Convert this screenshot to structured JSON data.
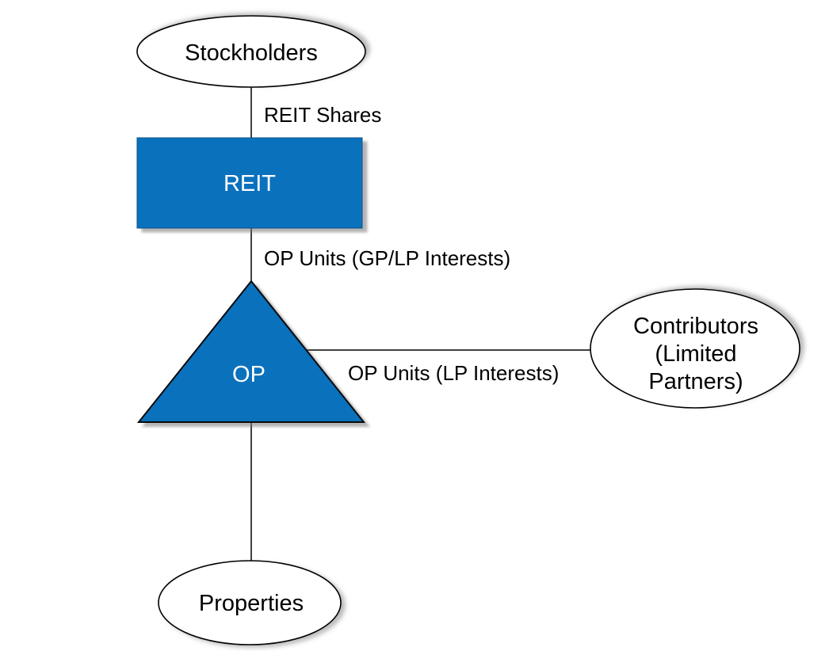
{
  "diagram": {
    "description": "REIT / UPREIT ownership structure diagram",
    "colors": {
      "background": "#ffffff",
      "solid_node_fill": "#0a71bd",
      "solid_node_text": "#ffffff",
      "outline": "#000000",
      "label_text": "#000000",
      "white_node_fill": "#ffffff"
    },
    "nodes": {
      "stockholders": {
        "label": "Stockholders",
        "shape": "ellipse",
        "fill": "#ffffff"
      },
      "reit": {
        "label": "REIT",
        "shape": "rectangle",
        "fill": "#0a71bd"
      },
      "op": {
        "label": "OP",
        "shape": "triangle",
        "fill": "#0a71bd"
      },
      "contributors": {
        "label": "Contributors (Limited Partners)",
        "label_lines": [
          "Contributors",
          "(Limited",
          "Partners)"
        ],
        "shape": "ellipse",
        "fill": "#ffffff"
      },
      "properties": {
        "label": "Properties",
        "shape": "ellipse",
        "fill": "#ffffff"
      }
    },
    "edges": [
      {
        "from": "stockholders",
        "to": "reit",
        "label": "REIT Shares"
      },
      {
        "from": "reit",
        "to": "op",
        "label": "OP Units (GP/LP Interests)"
      },
      {
        "from": "op",
        "to": "contributors",
        "label": "OP Units (LP Interests)"
      },
      {
        "from": "op",
        "to": "properties",
        "label": ""
      }
    ]
  }
}
